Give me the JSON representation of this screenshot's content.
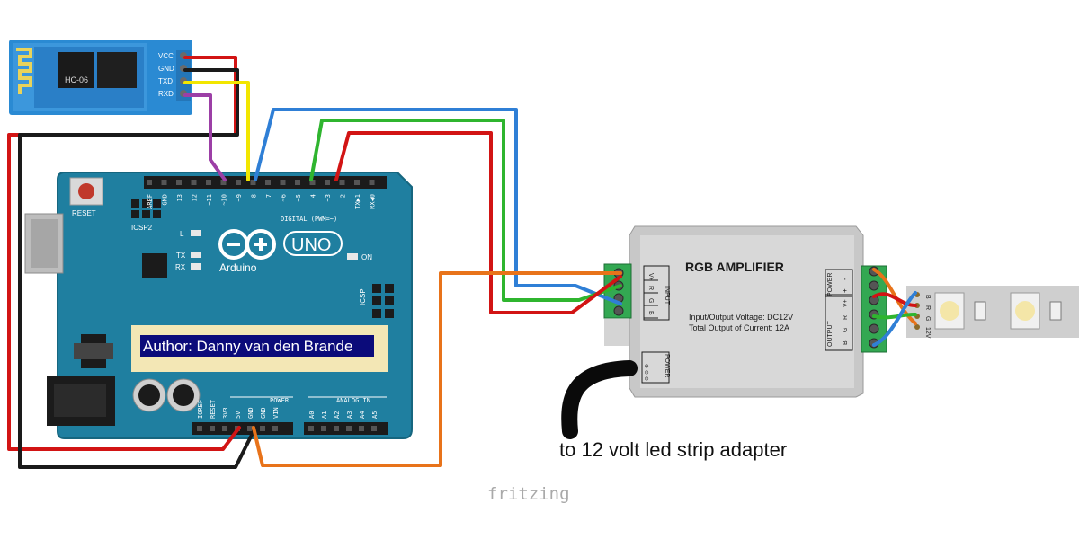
{
  "bt_module": {
    "name": "HC-06",
    "pins": [
      "VCC",
      "GND",
      "TXD",
      "RXD"
    ]
  },
  "arduino": {
    "reset_label": "RESET",
    "icsp2_label": "ICSP2",
    "icsp_label": "ICSP",
    "brand": "Arduino",
    "model": "UNO",
    "led_l": "L",
    "led_tx": "TX",
    "led_rx": "RX",
    "led_on": "ON",
    "digital_label": "DIGITAL (PWM=~)",
    "digital_pins": [
      "AREF",
      "GND",
      "13",
      "12",
      "~11",
      "~10",
      "~9",
      "8",
      "7",
      "~6",
      "~5",
      "4",
      "~3",
      "2",
      "TX▶1",
      "RX◀0"
    ],
    "power_label": "POWER",
    "power_pins": [
      "IOREF",
      "RESET",
      "3V3",
      "5V",
      "GND",
      "GND",
      "VIN"
    ],
    "analog_label": "ANALOG IN",
    "analog_pins": [
      "A0",
      "A1",
      "A2",
      "A3",
      "A4",
      "A5"
    ]
  },
  "author_label": "Author: Danny van den Brande",
  "amplifier": {
    "title": "RGB  AMPLIFIER",
    "spec_voltage": "Input/Output Voltage: DC12V",
    "spec_current": "Total Output of Current: 12A",
    "input_label": "INPUT",
    "input_pins": [
      "V+",
      "R",
      "G",
      "B"
    ],
    "output_label": "OUTPUT",
    "output_pins": [
      "B",
      "G",
      "R",
      "V+"
    ],
    "power_label": "POWER",
    "power_in_label": "POWER",
    "power_in_symbol": "⊖-⊙-⊕",
    "power_pins": [
      "+",
      "-"
    ]
  },
  "strip_pins": [
    "B",
    "R",
    "G",
    "12V"
  ],
  "adapter_note": "to 12 volt led strip adapter",
  "watermark": "fritzing",
  "colors": {
    "board": "#1f7fa0",
    "board_edge": "#16667f",
    "wire_red": "#d21414",
    "wire_black": "#1a1a1a",
    "wire_yellow": "#f2e600",
    "wire_purple": "#9c3fa6",
    "wire_blue": "#2f7fd6",
    "wire_green": "#2fb52f",
    "wire_orange": "#e8731a",
    "author_bg": "#0b0b7a",
    "author_frame": "#f3e7b5"
  }
}
